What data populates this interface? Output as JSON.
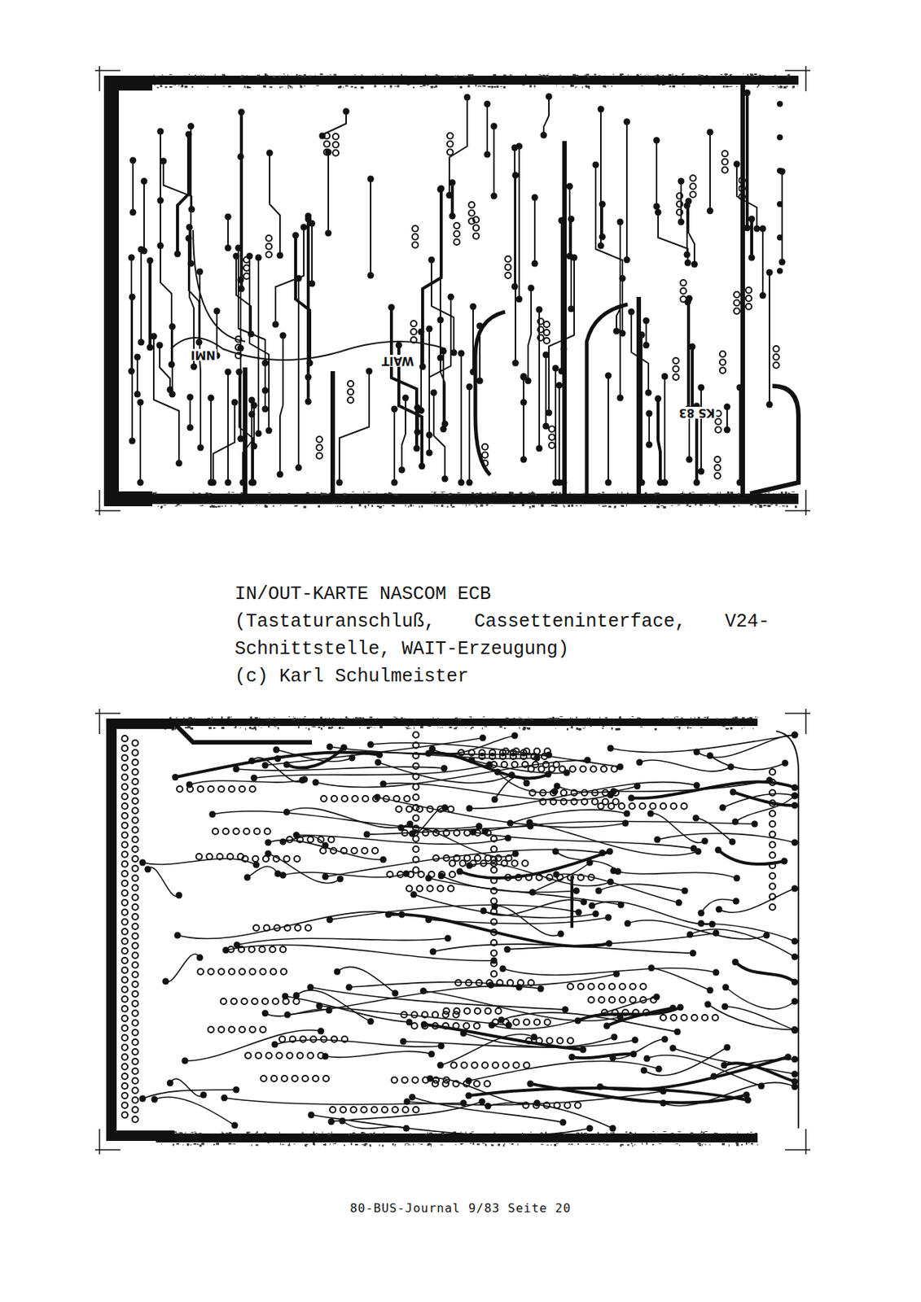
{
  "diagram": {
    "title": "IN/OUT-KARTE NASCOM ECB",
    "caption": "(Tastaturanschluß, Cassetteninterface, V24-Schnittstelle, WAIT-Erzeugung)",
    "labels": [
      "(c) Karl Schulmeister",
      "NMI",
      "WAIT",
      "KS 83",
      "80-BUS-Journal 9/83 Seite 20"
    ]
  }
}
